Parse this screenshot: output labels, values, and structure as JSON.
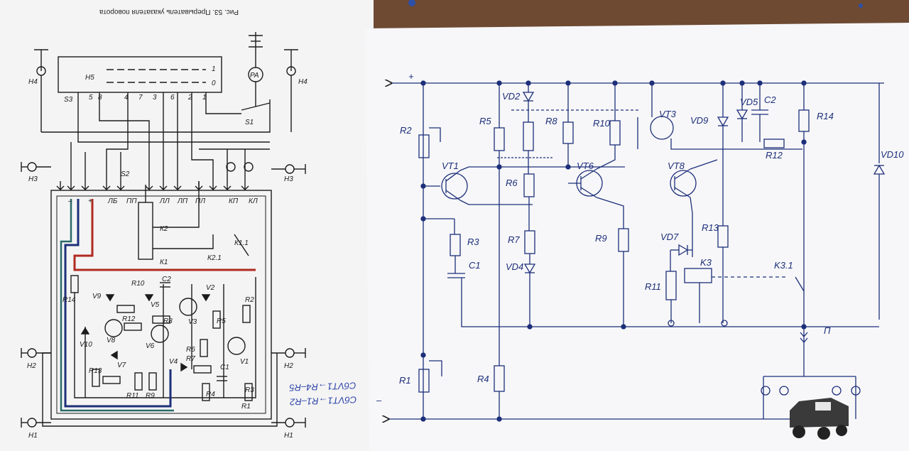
{
  "left_page": {
    "caption": "Рис. 53. Прерыватель указателя поворота",
    "handwritten_note_1": "СбVТ1→R1–R2",
    "handwritten_note_2": "СбVТ1→R4–R5",
    "labels": {
      "h4a": "Н4",
      "h4b": "Н4",
      "h3a": "Н3",
      "h3b": "Н3",
      "h2a": "Н2",
      "h2b": "Н2",
      "h1a": "Н1",
      "h1b": "Н1",
      "h5": "Н5",
      "s3": "S3",
      "s1": "S1",
      "s2": "S2",
      "pa": "PA",
      "k1": "К1",
      "k2": "К2",
      "k11": "К1.1",
      "k21": "К2.1",
      "plus": "+",
      "minus": "–",
      "lb": "ЛБ",
      "ll": "ЛЛ",
      "lp": "ЛП",
      "pp": "ПП",
      "pl": "ПЛ",
      "kp": "КП",
      "kl": "КЛ",
      "r1": "R1",
      "r2": "R2",
      "r3": "R3",
      "r4": "R4",
      "r5": "R5",
      "r6": "R6",
      "r7": "R7",
      "r8": "R8",
      "r9": "R9",
      "r10": "R10",
      "r11": "R11",
      "r12": "R12",
      "r13": "R13",
      "r14": "R14",
      "v1": "V1",
      "v2": "V2",
      "v3": "V3",
      "v4": "V4",
      "v5": "V5",
      "v6": "V6",
      "v7": "V7",
      "v8": "V8",
      "v9": "V9",
      "v10": "V10",
      "c1": "C1",
      "c2": "C2",
      "sw_top": "1",
      "sw_bot": "0",
      "pin5": "5",
      "pin8": "8",
      "pin4": "4",
      "pin7": "7",
      "pin3": "3",
      "pin6": "6",
      "pin2": "2",
      "pin1": "1"
    }
  },
  "right_page": {
    "labels": {
      "plus": "+",
      "minus": "–",
      "r1": "R1",
      "r2": "R2",
      "r3": "R3",
      "r4": "R4",
      "r5": "R5",
      "r6": "R6",
      "r7": "R7",
      "r8": "R8",
      "r9": "R9",
      "r10": "R10",
      "r11": "R11",
      "r12": "R12",
      "r13": "R13",
      "r14": "R14",
      "vt1": "VT1",
      "vt6": "VT6",
      "vt3": "VT3",
      "vt8": "VT8",
      "vd2": "VD2",
      "vd4": "VD4",
      "vd5": "VD5",
      "vd7": "VD7",
      "vd9": "VD9",
      "vd10": "VD10",
      "c1": "C1",
      "c2": "C2",
      "k3": "K3",
      "k31": "K3.1",
      "p": "П"
    }
  },
  "colors": {
    "ink_black": "#1c1c1c",
    "pen_blue": "#1d2f7a",
    "pen_red": "#b02a20",
    "pen_teal": "#2a6a6a",
    "desk": "#6e4a33",
    "paper": "#f4f4f4"
  }
}
